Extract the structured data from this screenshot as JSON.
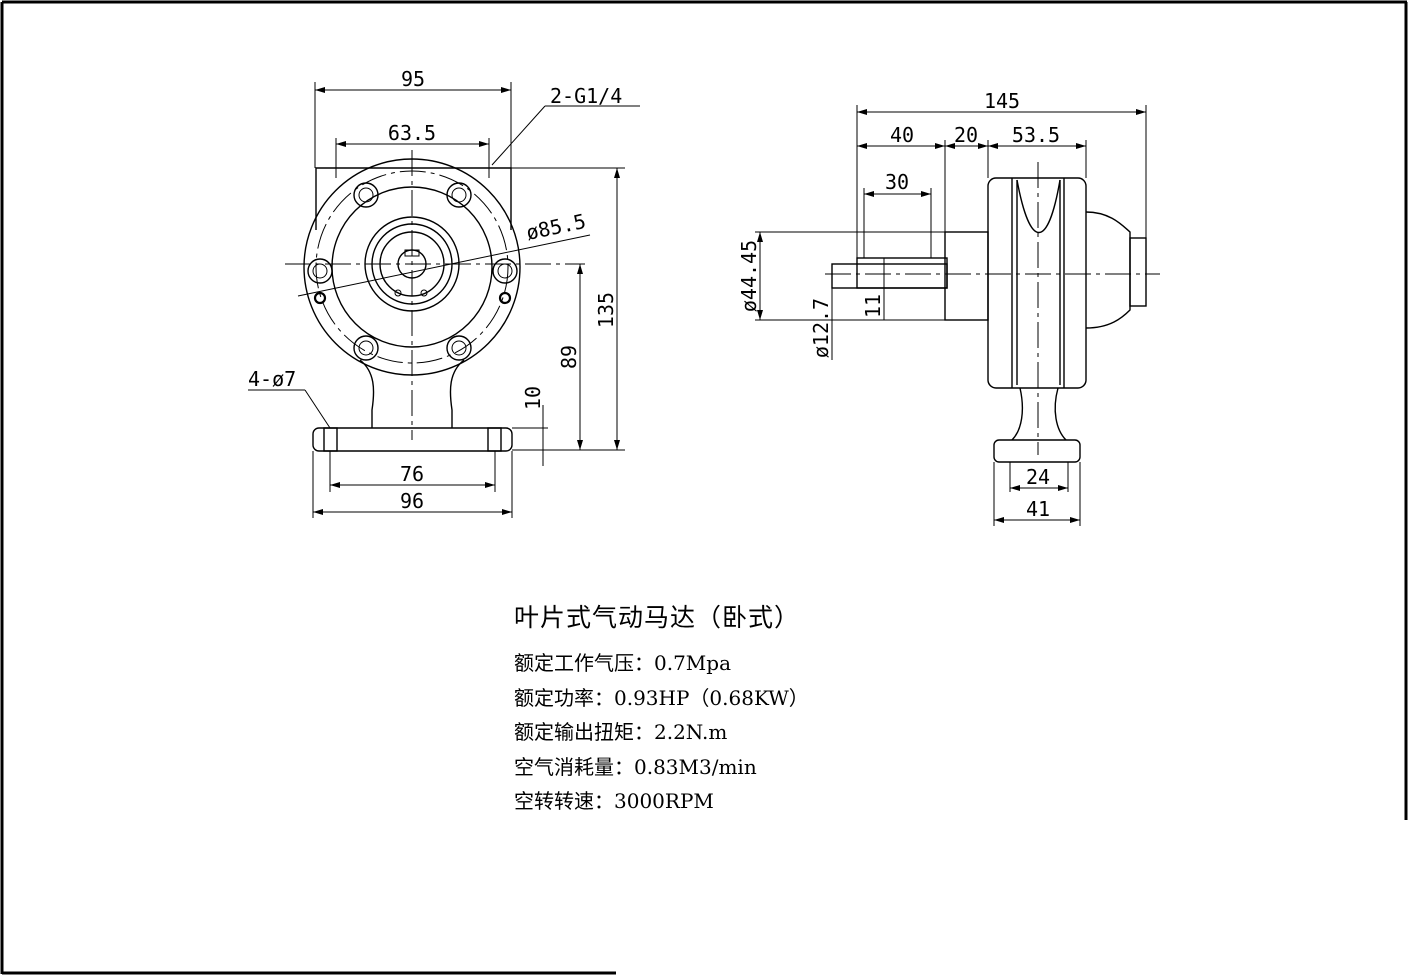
{
  "front_view": {
    "dims": {
      "width_top": "95",
      "port_spacing": "63.5",
      "port_label": "2-G1/4",
      "bolt_circle": "ø85.5",
      "mount_holes": "4-ø7",
      "total_height": "135",
      "shaft_height": "89",
      "base_thickness": "10",
      "hole_spacing": "76",
      "base_width": "96"
    }
  },
  "side_view": {
    "dims": {
      "total_length": "145",
      "shaft_length": "40",
      "collar": "20",
      "body_length": "53.5",
      "key_length": "30",
      "pilot_dia": "ø44.45",
      "shaft_dia": "ø12.7",
      "key_height": "11",
      "foot_slot": "24",
      "foot_width": "41"
    }
  },
  "specs": {
    "title": "叶片式气动马达（卧式）",
    "lines": [
      "额定工作气压：0.7Mpa",
      "额定功率：0.93HP（0.68KW）",
      "额定输出扭矩：2.2N.m",
      "空气消耗量：0.83M3/min",
      "空转转速：3000RPM"
    ]
  }
}
